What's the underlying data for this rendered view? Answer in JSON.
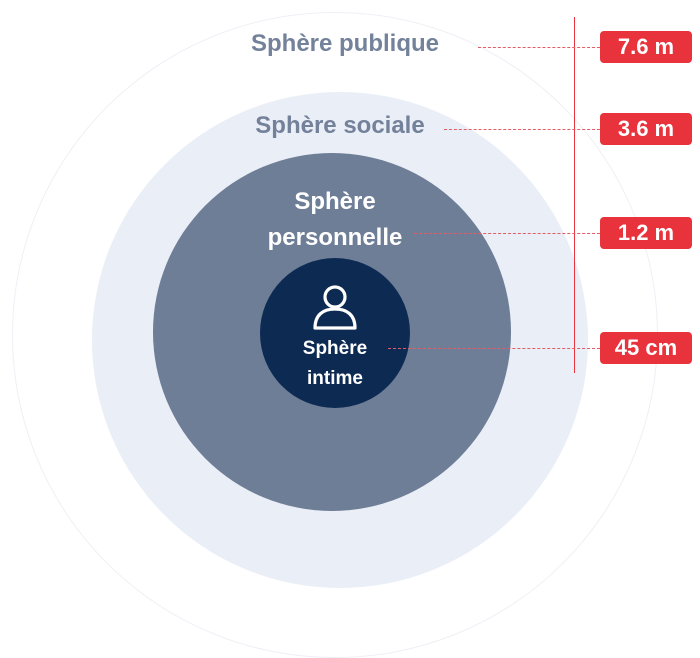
{
  "colors": {
    "public_zone": "#ffffff",
    "social_zone": "#eaeef7",
    "personal_zone": "#6e7e96",
    "intimate_zone": "#0c2a52",
    "zone_label_light": "#73829a",
    "zone_label_dark": "#ffffff",
    "distance_badge": "#e8323c",
    "leader_line": "#e35c63"
  },
  "zones": [
    {
      "id": "public",
      "label": "Sphère publique",
      "distance": "7.6 m"
    },
    {
      "id": "social",
      "label": "Sphère sociale",
      "distance": "3.6 m"
    },
    {
      "id": "personal",
      "label_line1": "Sphère",
      "label_line2": "personnelle",
      "distance": "1.2 m"
    },
    {
      "id": "intimate",
      "label_line1": "Sphère",
      "label_line2": "intime",
      "distance": "45 cm",
      "icon": "person-icon"
    }
  ]
}
